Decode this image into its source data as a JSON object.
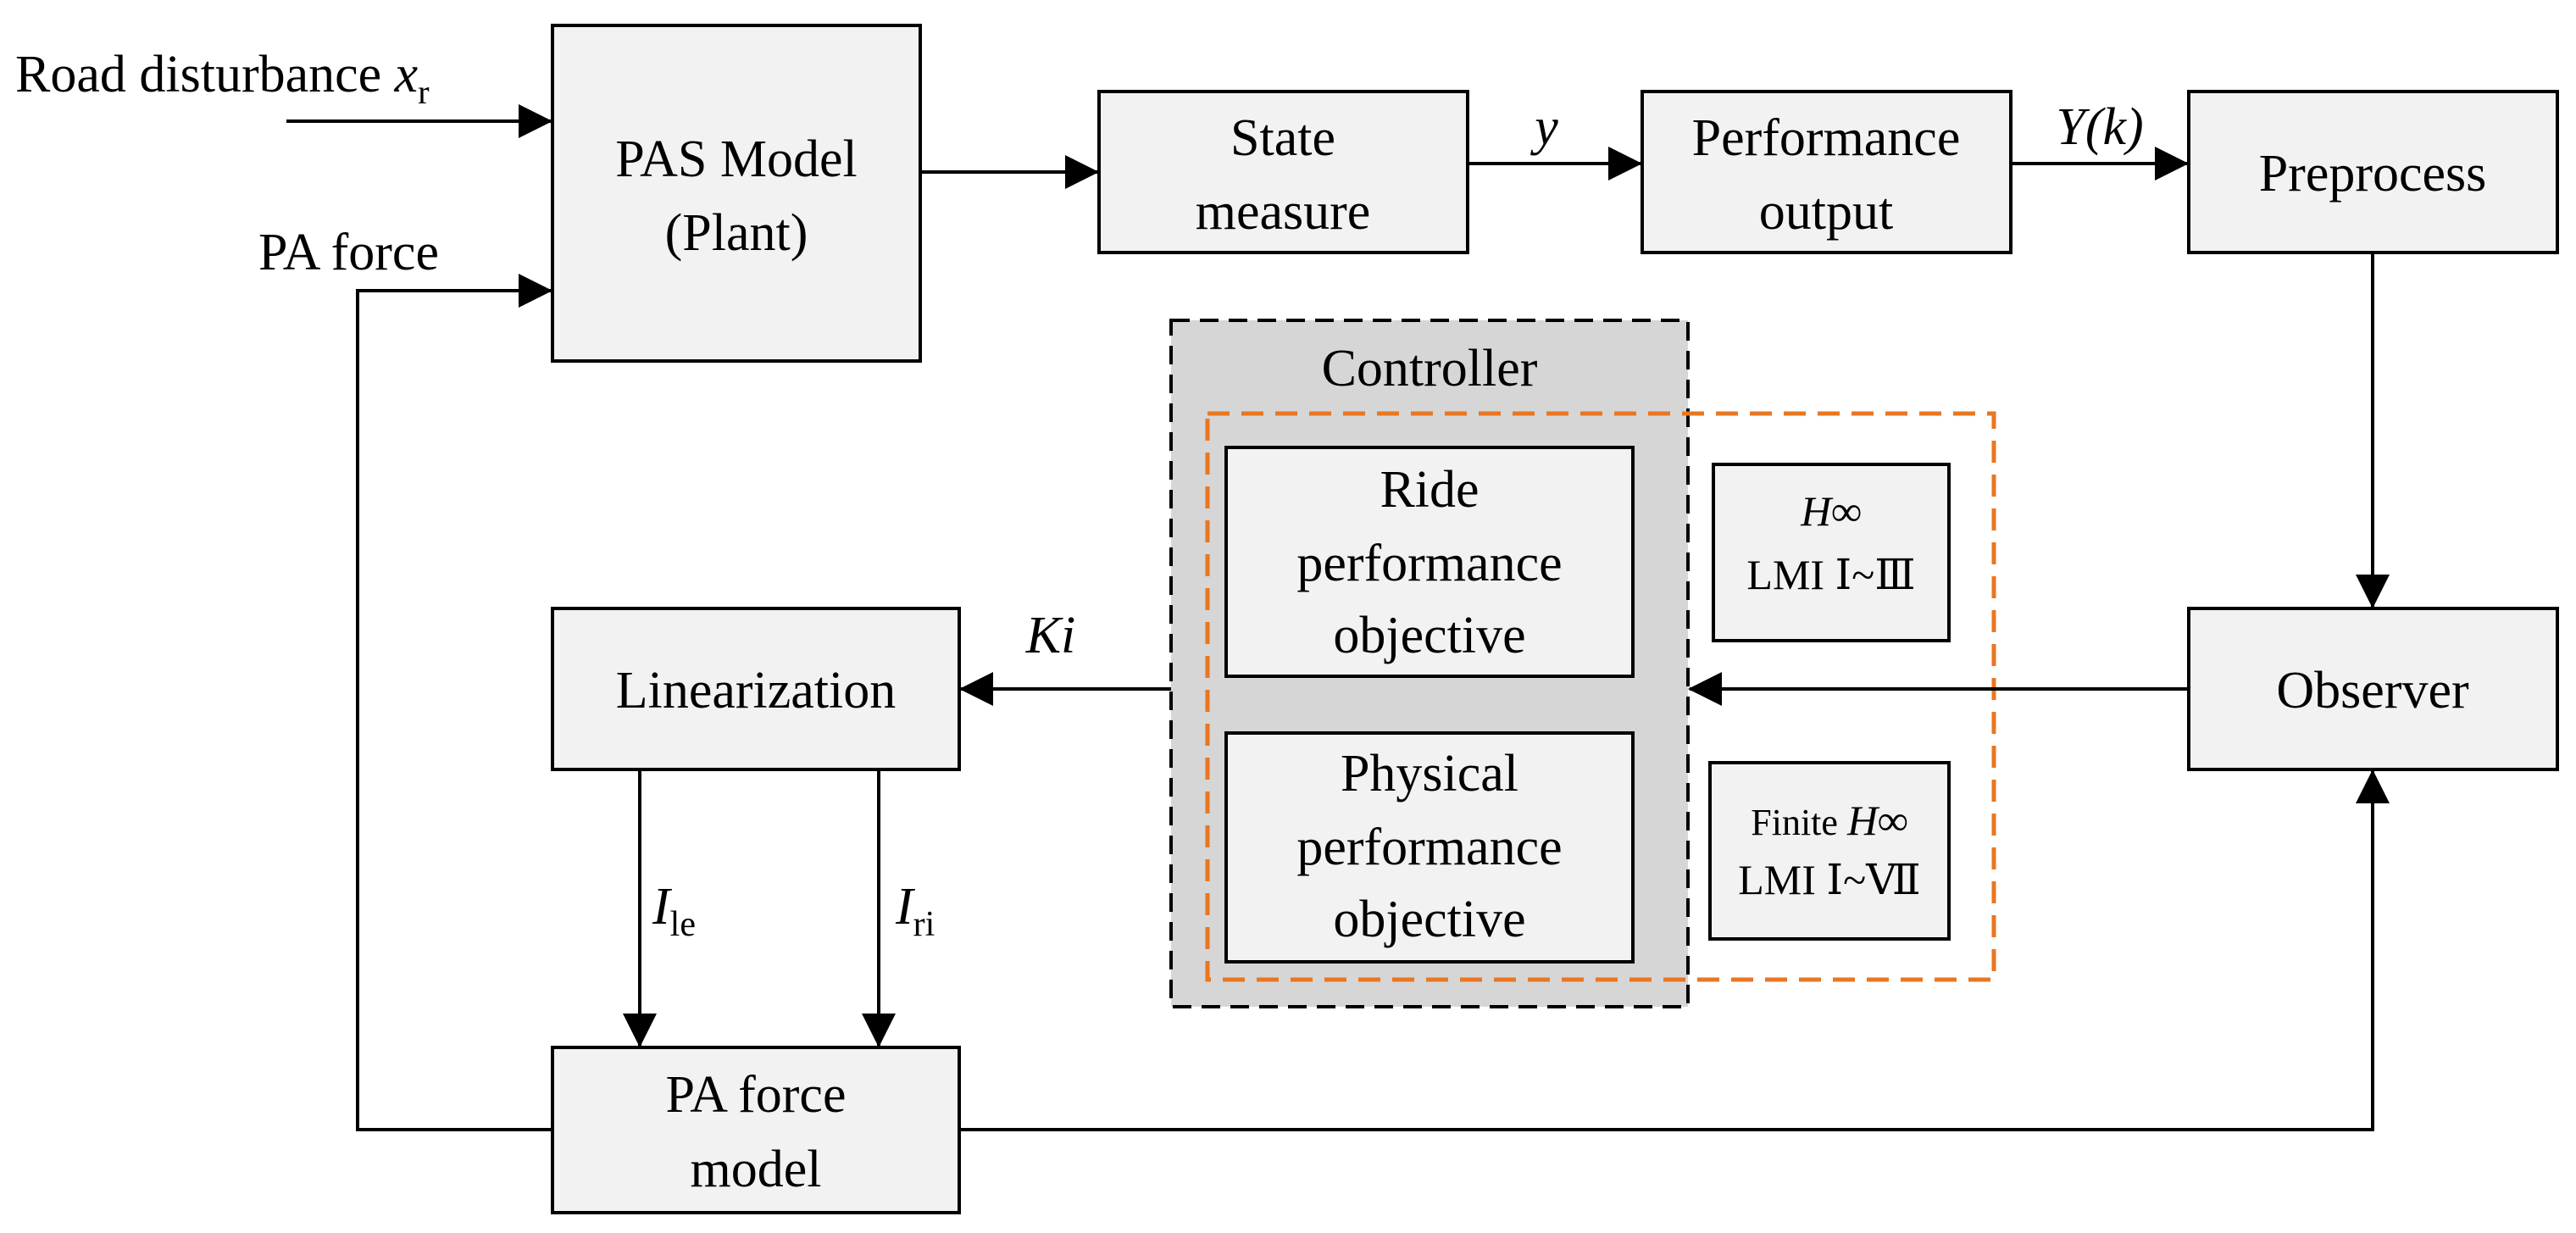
{
  "inputs": {
    "road_disturbance": "Road disturbance ",
    "road_var": "x",
    "road_sub": "r",
    "pa_force": "PA force"
  },
  "blocks": {
    "pas_model_line1": "PAS Model",
    "pas_model_line2": "(Plant)",
    "state_measure_line1": "State",
    "state_measure_line2": "measure",
    "performance_output_line1": "Performance",
    "performance_output_line2": "output",
    "preprocess": "Preprocess",
    "observer": "Observer",
    "linearization": "Linearization",
    "pa_force_model_line1": "PA force",
    "pa_force_model_line2": "model"
  },
  "controller": {
    "title": "Controller",
    "ride_line1": "Ride",
    "ride_line2": "performance",
    "ride_line3": "objective",
    "physical_line1": "Physical",
    "physical_line2": "performance",
    "physical_line3": "objective",
    "hinf_label": "H∞",
    "lmi1": "LMI Ⅰ~Ⅲ",
    "finite_label": "Finite ",
    "finite_hinf": "H∞",
    "lmi2": "LMI Ⅰ~Ⅶ"
  },
  "signals": {
    "y": "y",
    "yk": "Y(k)",
    "ki": "Ki",
    "ile_var": "I",
    "ile_sub": "le",
    "iri_var": "I",
    "iri_sub": "ri"
  },
  "colors": {
    "block_fill": "#f2f2f2",
    "controller_fill": "#d6d6d6",
    "dashed_orange": "#e87722"
  }
}
